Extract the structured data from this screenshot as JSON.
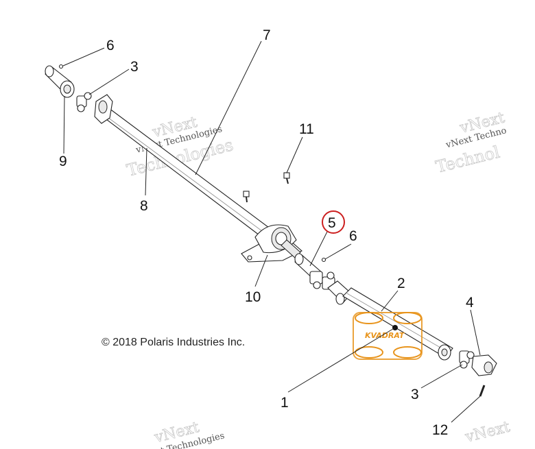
{
  "diagram": {
    "copyright": "© 2018 Polaris Industries Inc.",
    "watermark": {
      "line1": "vNext",
      "line2": "vNext Technologies",
      "line3": "Technologies",
      "right_line2": "vNext Techno",
      "right_line3": "Technol"
    },
    "logo_text": "KVADRAT",
    "callouts": [
      {
        "id": "c6a",
        "label": "6"
      },
      {
        "id": "c3a",
        "label": "3"
      },
      {
        "id": "c7",
        "label": "7"
      },
      {
        "id": "c9",
        "label": "9"
      },
      {
        "id": "c8",
        "label": "8"
      },
      {
        "id": "c11",
        "label": "11"
      },
      {
        "id": "c5",
        "label": "5"
      },
      {
        "id": "c6b",
        "label": "6"
      },
      {
        "id": "c10",
        "label": "10"
      },
      {
        "id": "c2",
        "label": "2"
      },
      {
        "id": "c4",
        "label": "4"
      },
      {
        "id": "c1",
        "label": "1"
      },
      {
        "id": "c3b",
        "label": "3"
      },
      {
        "id": "c12",
        "label": "12"
      }
    ],
    "highlight_color": "#cc1f1f",
    "logo_color": "#e8941c"
  }
}
